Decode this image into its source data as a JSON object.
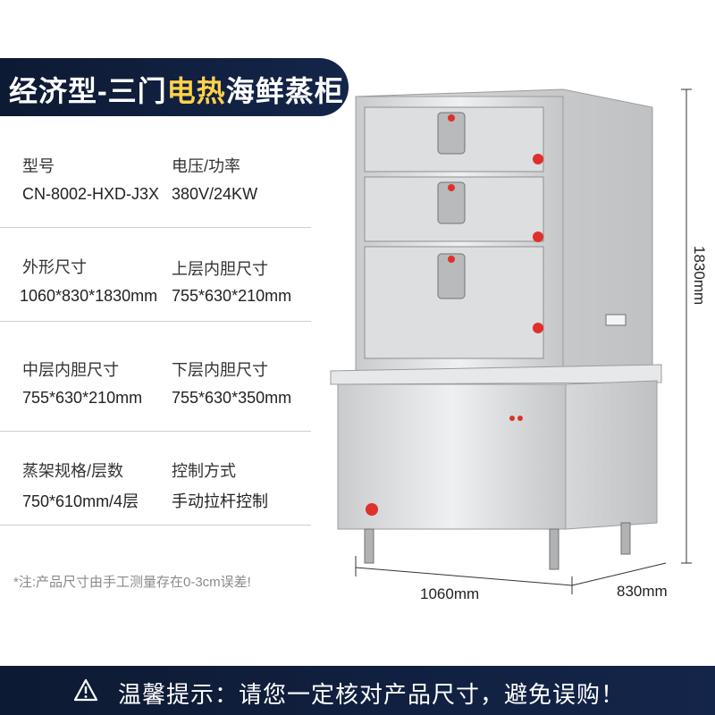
{
  "header": {
    "title_main": "经济型-三门",
    "title_accent": "电热",
    "title_rest": "海鲜蒸柜"
  },
  "specs": [
    {
      "left_label": "型号",
      "left_value": "CN-8002-HXD-J3X",
      "right_label": "电压/功率",
      "right_value": "380V/24KW"
    },
    {
      "left_label": "外形尺寸",
      "left_value": "1060*830*1830mm",
      "right_label": "上层内胆尺寸",
      "right_value": "755*630*210mm"
    },
    {
      "left_label": "中层内胆尺寸",
      "left_value": "755*630*210mm",
      "right_label": "下层内胆尺寸",
      "right_value": "755*630*350mm"
    },
    {
      "left_label": "蒸架规格/层数",
      "left_value": "750*610mm/4层",
      "right_label": "控制方式",
      "right_value": "手动拉杆控制"
    }
  ],
  "note": "*注:产品尺寸由手工测量存在0-3cm误差!",
  "dimensions": {
    "width": "1060mm",
    "depth": "830mm",
    "height": "1830mm"
  },
  "footer": {
    "text": "温馨提示：请您一定核对产品尺寸，避免误购！",
    "icon": "warning-icon"
  },
  "colors": {
    "banner": "#14254a",
    "accent": "#ffd24a",
    "knob": "#e0302a"
  }
}
